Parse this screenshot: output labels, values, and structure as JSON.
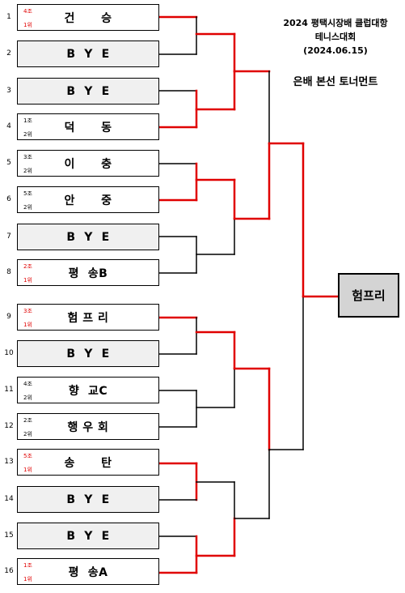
{
  "header": {
    "line1": "2024 평택시장배 클럽대항",
    "line2": "테니스대회",
    "line3": "(2024.06.15)",
    "subtitle": "은배 본선 토너먼트"
  },
  "winner": "험프리",
  "colors": {
    "winning_path": "#e00000",
    "normal_line": "#000000",
    "bye_fill": "#f0f0f0",
    "winner_fill": "#d4d4d4"
  },
  "slots": [
    {
      "num": "1",
      "name": "건      승",
      "jo": "4조",
      "rank": "1위",
      "red": true,
      "bye": false
    },
    {
      "num": "2",
      "name": "B  Y  E",
      "jo": "",
      "rank": "",
      "red": false,
      "bye": true
    },
    {
      "num": "3",
      "name": "B  Y  E",
      "jo": "",
      "rank": "",
      "red": false,
      "bye": true
    },
    {
      "num": "4",
      "name": "덕      동",
      "jo": "1조",
      "rank": "2위",
      "red": false,
      "bye": false
    },
    {
      "num": "5",
      "name": "이      충",
      "jo": "3조",
      "rank": "2위",
      "red": false,
      "bye": false
    },
    {
      "num": "6",
      "name": "안      중",
      "jo": "5조",
      "rank": "2위",
      "red": false,
      "bye": false
    },
    {
      "num": "7",
      "name": "B  Y  E",
      "jo": "",
      "rank": "",
      "red": false,
      "bye": true
    },
    {
      "num": "8",
      "name": "평  송B",
      "jo": "2조",
      "rank": "1위",
      "red": true,
      "bye": false
    },
    {
      "num": "9",
      "name": "험 프 리",
      "jo": "3조",
      "rank": "1위",
      "red": true,
      "bye": false
    },
    {
      "num": "10",
      "name": "B  Y  E",
      "jo": "",
      "rank": "",
      "red": false,
      "bye": true
    },
    {
      "num": "11",
      "name": "향  교C",
      "jo": "4조",
      "rank": "2위",
      "red": false,
      "bye": false
    },
    {
      "num": "12",
      "name": "행 우 회",
      "jo": "2조",
      "rank": "2위",
      "red": false,
      "bye": false
    },
    {
      "num": "13",
      "name": "송      탄",
      "jo": "5조",
      "rank": "1위",
      "red": true,
      "bye": false
    },
    {
      "num": "14",
      "name": "B  Y  E",
      "jo": "",
      "rank": "",
      "red": false,
      "bye": true
    },
    {
      "num": "15",
      "name": "B  Y  E",
      "jo": "",
      "rank": "",
      "red": false,
      "bye": true
    },
    {
      "num": "16",
      "name": "평  송A",
      "jo": "1조",
      "rank": "1위",
      "red": true,
      "bye": false
    }
  ]
}
